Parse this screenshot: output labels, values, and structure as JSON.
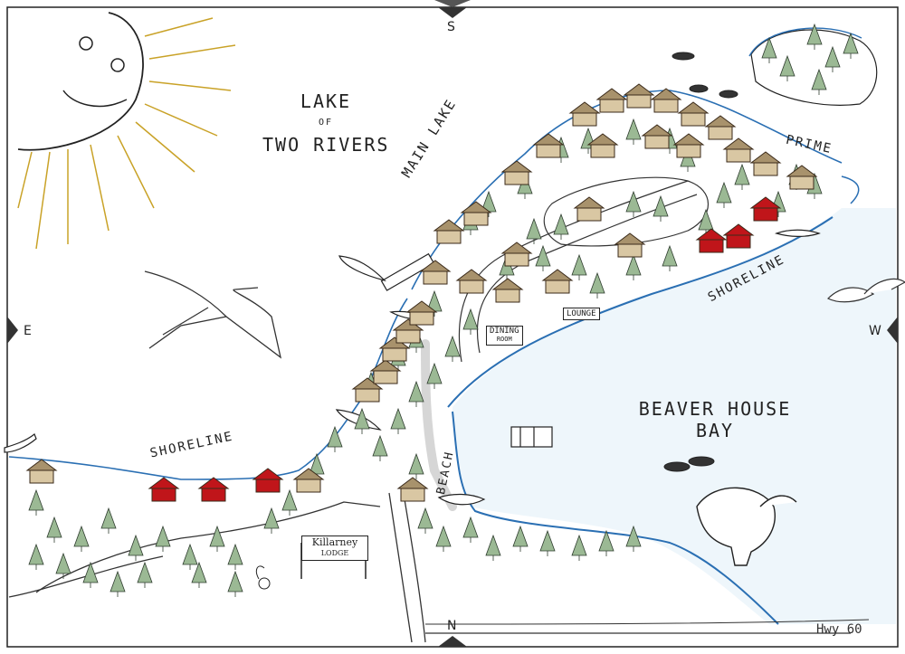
{
  "compass": {
    "north": "N",
    "south": "S",
    "east": "E",
    "west": "W"
  },
  "labels": {
    "lake_line1": "LAKE",
    "lake_line2": "OF",
    "lake_line3": "TWO RIVERS",
    "main_lake": "MAIN LAKE",
    "prime": "PRIME",
    "shoreline_right": "SHORELINE",
    "shoreline_left": "SHORELINE",
    "beaver_line1": "BEAVER HOUSE",
    "beaver_line2": "BAY",
    "beach": "BEACH",
    "lounge": "LOUNGE",
    "dining_line1": "DINING",
    "dining_line2": "ROOM",
    "lodge_sign_line1": "Killarney",
    "lodge_sign_line2": "LODGE",
    "highway": "Hwy 60"
  },
  "colors": {
    "water": "#dfeef8",
    "shore": "#2a6fb3",
    "tree": "#8fb08a",
    "cabin": "#c7b08a",
    "red_cabin": "#c0151a",
    "sun": "#c9a227"
  }
}
